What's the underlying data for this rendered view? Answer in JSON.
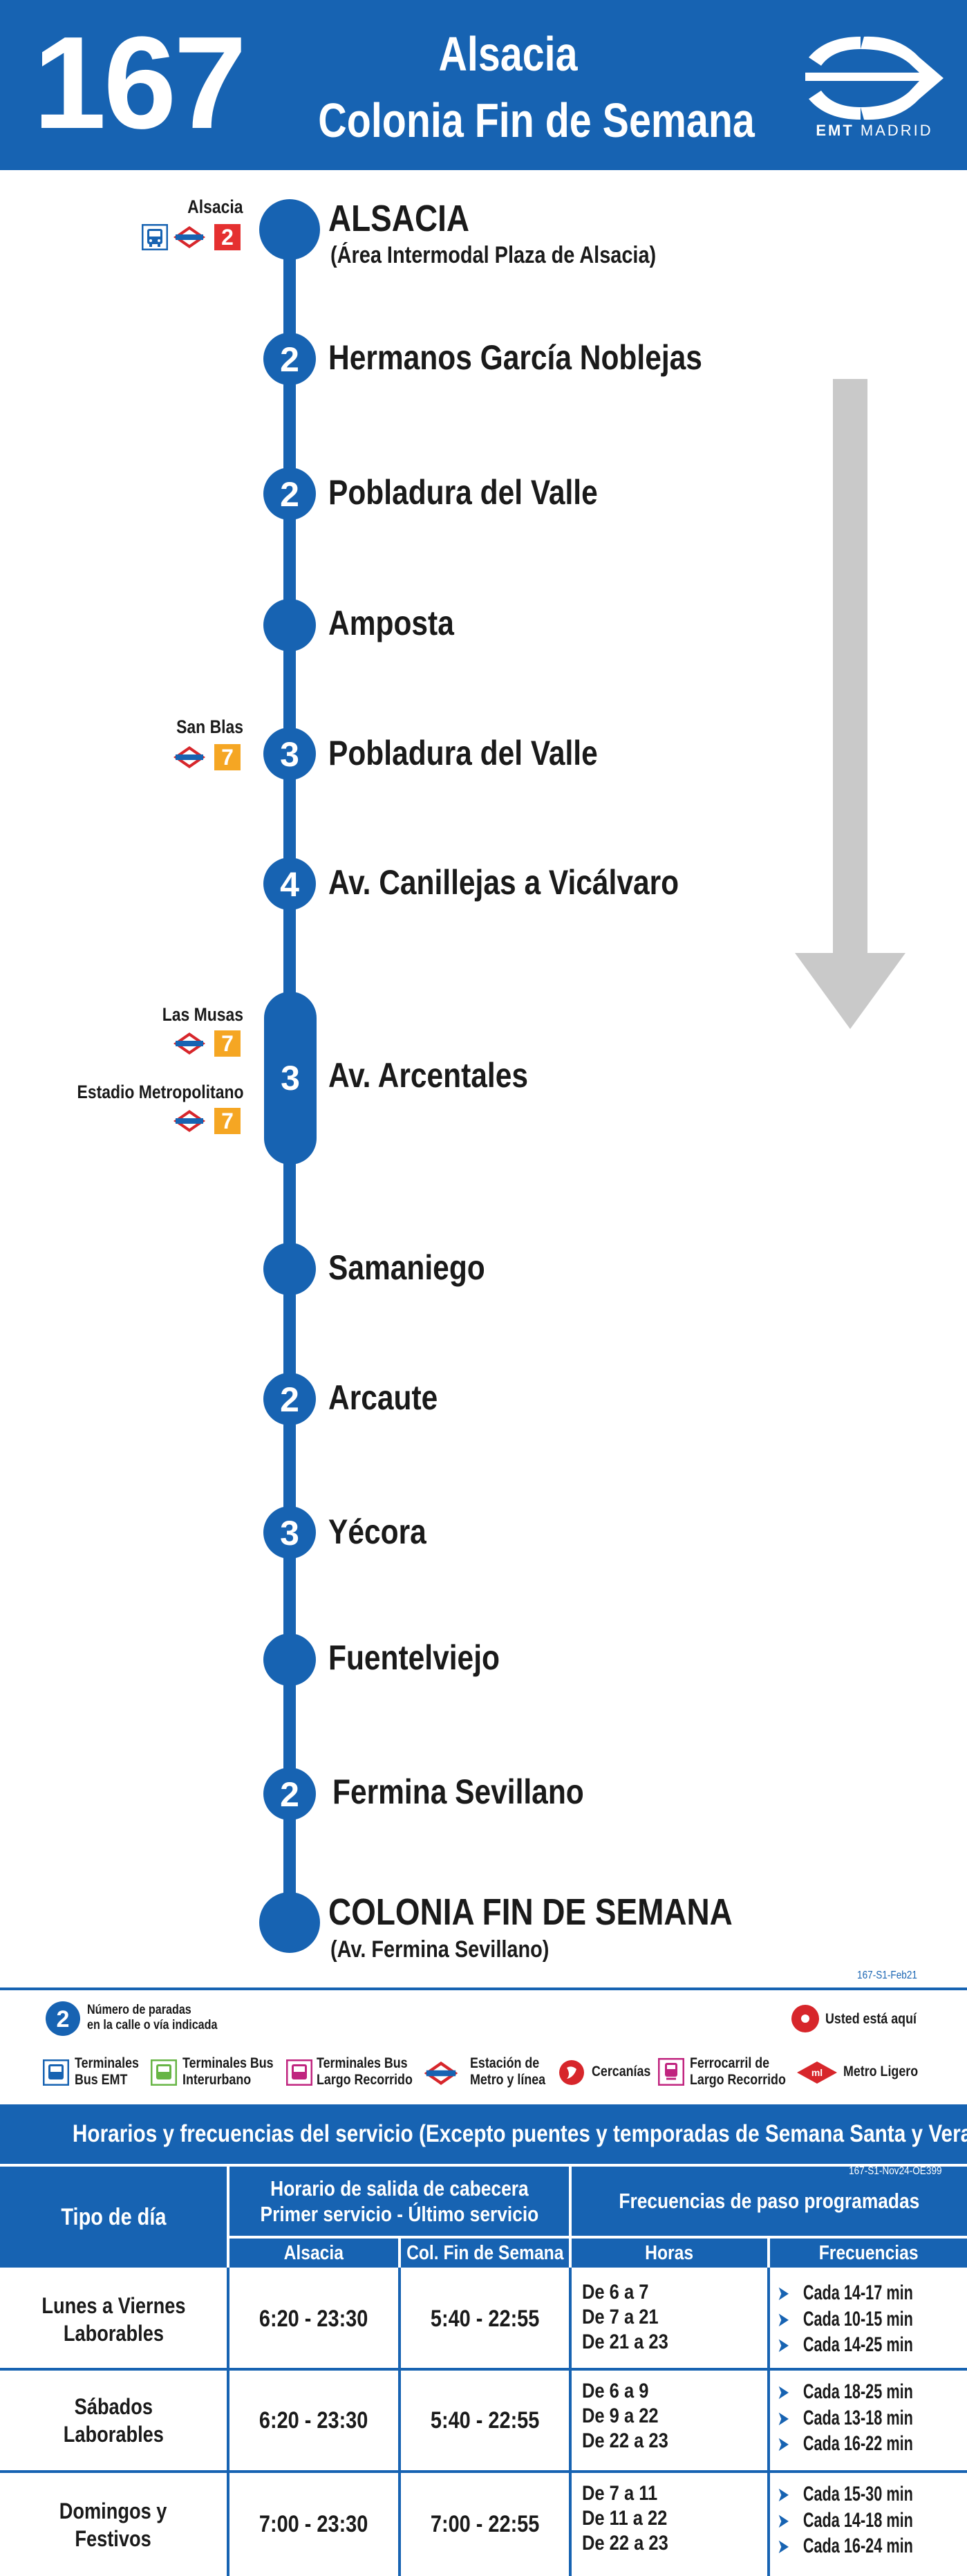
{
  "header": {
    "line_number": "167",
    "origin": "Alsacia",
    "destination": "Colonia Fin de Semana",
    "operator_prefix": "EMT",
    "operator_city": "MADRID",
    "brand_color": "#1763b2"
  },
  "stops": [
    {
      "name": "ALSACIA",
      "subtitle": "(Área Intermodal Plaza de Alsacia)",
      "count": ""
    },
    {
      "name": "Hermanos García Noblejas",
      "count": "2"
    },
    {
      "name": "Pobladura del Valle",
      "count": "2"
    },
    {
      "name": "Amposta",
      "count": ""
    },
    {
      "name": "Pobladura del Valle",
      "count": "3"
    },
    {
      "name": "Av. Canillejas a Vicálvaro",
      "count": "4"
    },
    {
      "name": "Av. Arcentales",
      "count": "3"
    },
    {
      "name": "Samaniego",
      "count": ""
    },
    {
      "name": "Arcaute",
      "count": "2"
    },
    {
      "name": "Yécora",
      "count": "3"
    },
    {
      "name": "Fuentelviejo",
      "count": ""
    },
    {
      "name": "Fermina Sevillano",
      "count": "2"
    },
    {
      "name": "COLONIA FIN DE SEMANA",
      "subtitle": "(Av. Fermina Sevillano)",
      "count": ""
    }
  ],
  "connections": {
    "alsacia": {
      "label": "Alsacia",
      "metro_line": "2",
      "icons": [
        "bus-terminal-icon",
        "metro-icon"
      ]
    },
    "san_blas": {
      "label": "San Blas",
      "metro_line": "7"
    },
    "las_musas": {
      "label": "Las Musas",
      "metro_line": "7"
    },
    "estadio": {
      "label": "Estadio Metropolitano",
      "metro_line": "7"
    }
  },
  "version_code": "167-S1-Feb21",
  "legend": {
    "stop_count": "Número de paradas\nen la calle o vía indicada",
    "you_are_here": "Usted está aquí",
    "items": [
      {
        "icon": "bus-terminal-icon",
        "label": "Terminales\nBus EMT",
        "color": "#1763b2"
      },
      {
        "icon": "intercity-bus-icon",
        "label": "Terminales Bus\nInterurbano",
        "color": "#67b545"
      },
      {
        "icon": "long-distance-bus-icon",
        "label": "Terminales Bus\nLargo Recorrido",
        "color": "#c0247f"
      },
      {
        "icon": "metro-icon",
        "label": "Estación de\nMetro y línea",
        "color": "#d7262b"
      },
      {
        "icon": "cercanias-icon",
        "label": "Cercanías",
        "color": "#d7262b"
      },
      {
        "icon": "train-icon",
        "label": "Ferrocarril de\nLargo Recorrido",
        "color": "#c0247f"
      },
      {
        "icon": "light-rail-icon",
        "label": "Metro Ligero",
        "color": "#d7262b"
      }
    ]
  },
  "schedule": {
    "title": "Horarios y frecuencias del servicio (Excepto puentes y temporadas de Semana Santa y Verano)",
    "version_code": "167-S1-Nov24-OE399",
    "headers": {
      "day_type": "Tipo de día",
      "departure_times": "Horario de salida de cabecera\nPrimer servicio - Último servicio",
      "frequencies": "Frecuencias de paso programadas",
      "from_origin": "Alsacia",
      "from_destination": "Col. Fin de Semana",
      "hours": "Horas",
      "frequency": "Frecuencias"
    },
    "rows": [
      {
        "day": "Lunes a Viernes\nLaborables",
        "origin": "6:20 - 23:30",
        "destination": "5:40 - 22:55",
        "hours": [
          "De 6 a 7",
          "De 7 a 21",
          "De 21 a 23"
        ],
        "freqs": [
          "Cada 14-17 min",
          "Cada 10-15 min",
          "Cada 14-25 min"
        ]
      },
      {
        "day": "Sábados\nLaborables",
        "origin": "6:20 - 23:30",
        "destination": "5:40 - 22:55",
        "hours": [
          "De 6 a 9",
          "De 9 a 22",
          "De 22 a 23"
        ],
        "freqs": [
          "Cada 18-25 min",
          "Cada 13-18 min",
          "Cada 16-22 min"
        ]
      },
      {
        "day": "Domingos y\nFestivos",
        "origin": "7:00 - 23:30",
        "destination": "7:00 - 22:55",
        "hours": [
          "De 7 a 11",
          "De 11 a 22",
          "De 22 a 23"
        ],
        "freqs": [
          "Cada 15-30 min",
          "Cada 14-18 min",
          "Cada 16-24 min"
        ]
      }
    ]
  }
}
